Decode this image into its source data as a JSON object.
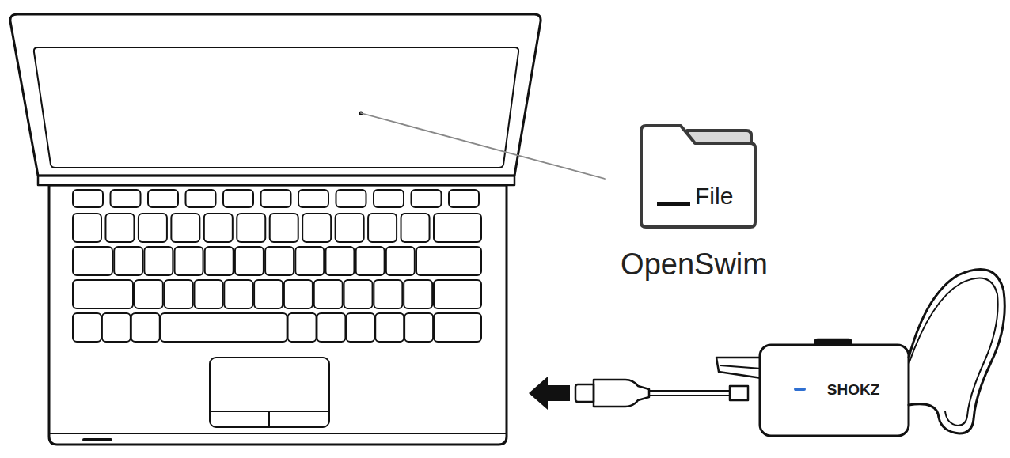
{
  "diagram": {
    "nodes": [
      {
        "text": [
          "File",
          "OpenSwim"
        ]
      }
    ],
    "labels": [
      "SHOKZ"
    ]
  }
}
